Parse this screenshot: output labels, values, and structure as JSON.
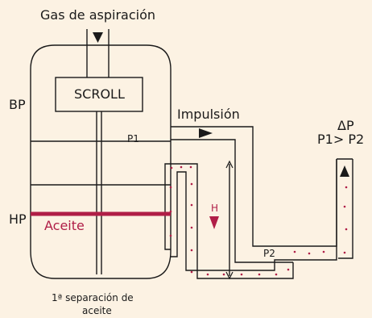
{
  "labels": {
    "suction_gas": "Gas de aspiración",
    "scroll": "SCROLL",
    "bp": "BP",
    "hp": "HP",
    "oil": "Aceite",
    "discharge": "Impulsión",
    "p1": "P1",
    "p2": "P2",
    "height": "H",
    "delta_p": "ΔP",
    "p1_gt_p2": "P1> P2",
    "first_separation_line1": "1ª separación de",
    "first_separation_line2": "aceite"
  },
  "colors": {
    "background": "#fcf2e3",
    "line": "#1a1a1a",
    "oil": "#b01e47"
  }
}
